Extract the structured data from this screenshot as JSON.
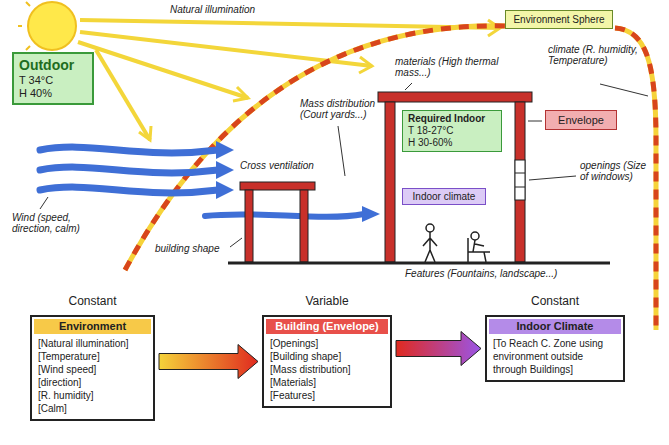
{
  "diagram": {
    "nodes": [
      {
        "text": [
          "Outdoor",
          "T 34°C",
          "H 40%"
        ]
      },
      {
        "text": [
          "Environment Sphere"
        ]
      },
      {
        "text": [
          "Envelope"
        ]
      },
      {
        "text": [
          "Required Indoor",
          "T 18-27°C",
          "H 30-60%"
        ]
      },
      {
        "text": [
          "Indoor climate"
        ]
      },
      {
        "text": [
          "Constant",
          "Environment",
          "[Natural illumination]",
          "[Temperature]",
          "[Wind speed]",
          "[direction]",
          "[R. humidity]",
          "[Calm]"
        ]
      },
      {
        "text": [
          "Variable",
          "Building (Envelope)",
          "[Openings]",
          "[Building shape]",
          "[Mass distribution]",
          "[Materials]",
          "[Features]"
        ]
      },
      {
        "text": [
          "Constant",
          "Indoor Climate",
          "[To Reach C. Zone using environment outside through Buildings]"
        ]
      }
    ],
    "edges": [
      {
        "from": 5,
        "to": 6,
        "arrow": "to"
      },
      {
        "from": 6,
        "to": 7,
        "arrow": "to"
      }
    ],
    "labels": [
      "Natural illumination",
      "climate (R. humidity, Temperature)",
      "Mass distribution (Court yards...)",
      "materials (High thermal mass...)",
      "Cross ventilation",
      "openings (Size of windows)",
      "Wind (speed, direction, calm)",
      "building shape",
      "Features (Fountains, landscape...)"
    ]
  }
}
